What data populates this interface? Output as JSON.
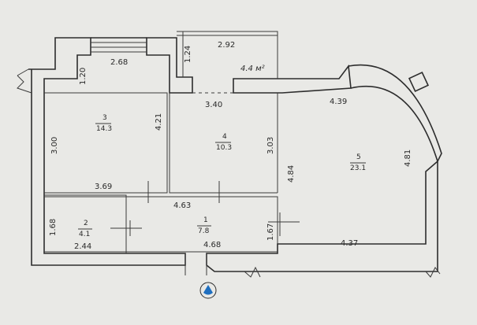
{
  "rooms": [
    {
      "number": "1",
      "area": "7.8"
    },
    {
      "number": "2",
      "area": "4.1"
    },
    {
      "number": "3",
      "area": "14.3"
    },
    {
      "number": "4",
      "area": "10.3"
    },
    {
      "number": "5",
      "area": "23.1"
    }
  ],
  "balcony": {
    "width": "2.92",
    "depth": "1.24",
    "area": "4.4 м²"
  },
  "dimensions": {
    "bay_width": "2.68",
    "bay_depth": "1.20",
    "room3_width": "3.69",
    "room3_height": "3.00",
    "room3_side": "4.21",
    "room4_width": "3.40",
    "room4_height": "3.03",
    "hall_width": "4.63",
    "room2_width": "2.44",
    "room2_height": "1.68",
    "room1_width": "4.68",
    "room1_height": "1.67",
    "room5_top": "4.39",
    "room5_left": "4.84",
    "room5_right": "4.81",
    "room5_bottom": "4.37"
  },
  "colors": {
    "wall": "#2d2d2d",
    "paper": "#e9e9e6",
    "marker": "#1f6fbf"
  },
  "icons": {
    "entrance": "entrance-marker-icon"
  }
}
